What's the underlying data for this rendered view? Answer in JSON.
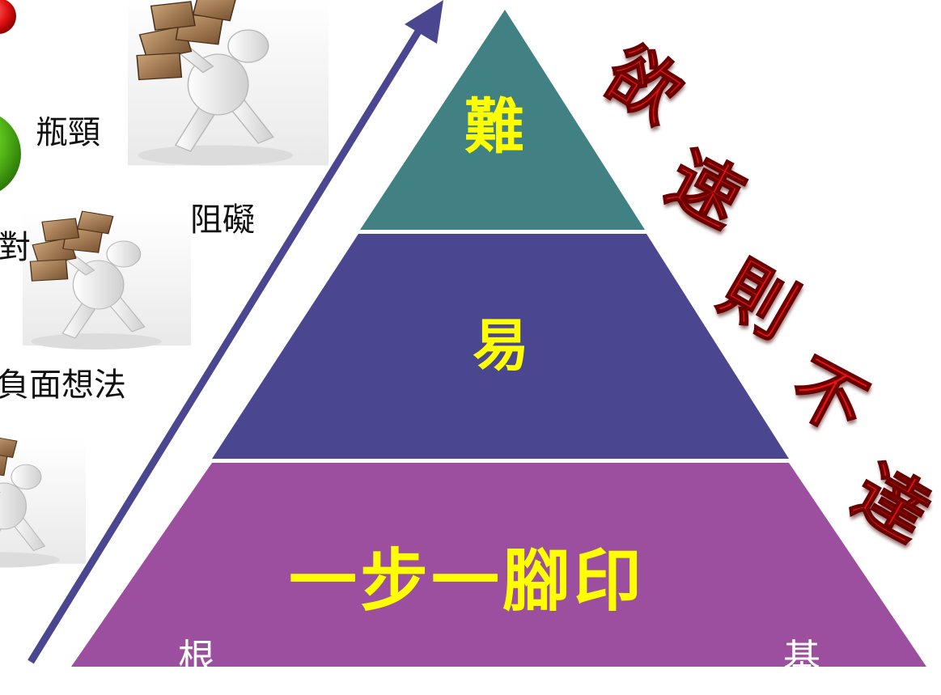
{
  "labels": {
    "bottleneck": "瓶頸",
    "obstacle": "阻礙",
    "face_partial": "對",
    "negative_thoughts": "負面想法"
  },
  "pyramid": {
    "tiers": [
      {
        "label": "難",
        "color": "#418183",
        "text_color": "#ffff00"
      },
      {
        "label": "易",
        "color": "#4b4690",
        "text_color": "#ffff00"
      },
      {
        "label": "一步一腳印",
        "color": "#9d4f9f",
        "text_color": "#ffff00"
      }
    ],
    "base_left": "根",
    "base_right": "基",
    "base_text_color": "#ffffff"
  },
  "slogan": {
    "chars": [
      "欲",
      "速",
      "則",
      "不",
      "達"
    ],
    "color": "#ee1111"
  },
  "arrow": {
    "color": "#4b4690"
  },
  "icons": {
    "figure": "person-carrying-boxes-icon",
    "red_dot": "red-circle-icon",
    "green_dot": "green-circle-icon"
  }
}
